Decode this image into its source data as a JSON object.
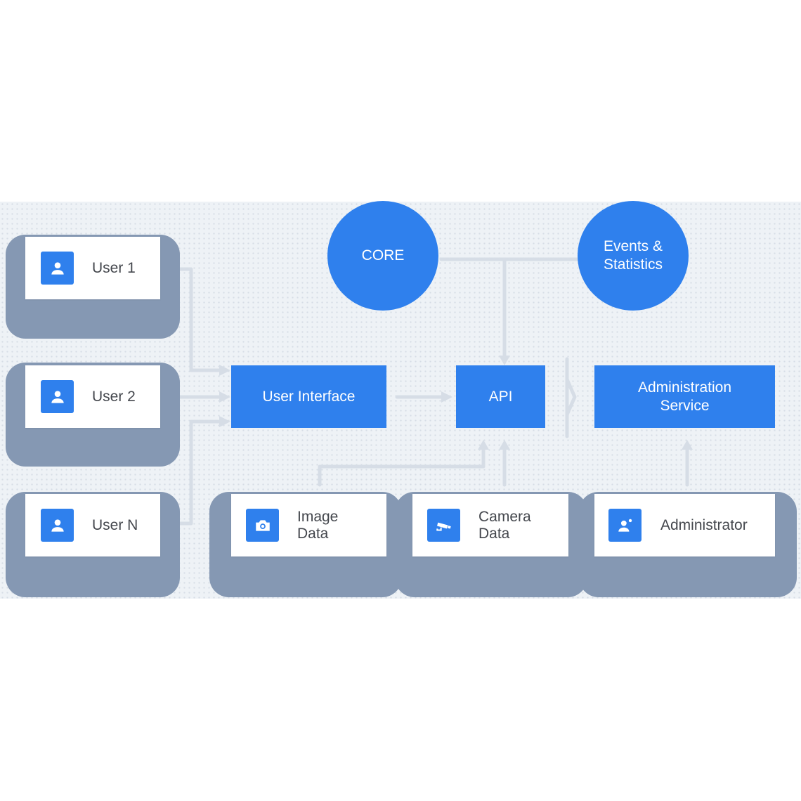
{
  "diagram": {
    "users": [
      {
        "label": "User 1",
        "icon": "person-icon"
      },
      {
        "label": "User 2",
        "icon": "person-icon"
      },
      {
        "label": "User N",
        "icon": "person-icon"
      }
    ],
    "sources": [
      {
        "label": "Image\nData",
        "icon": "camera-icon"
      },
      {
        "label": "Camera\nData",
        "icon": "cctv-camera-icon"
      },
      {
        "label": "Administrator",
        "icon": "admin-user-icon"
      }
    ],
    "nodes": {
      "user_interface": "User Interface",
      "api": "API",
      "administration_service": "Administration\nService",
      "core": "CORE",
      "events_statistics": "Events &\nStatistics"
    },
    "colors": {
      "accent": "#2f80ed",
      "shadow": "#8598b3",
      "connector": "#d6dde6",
      "label_text": "#44474d",
      "background_band": "#eef2f6"
    }
  }
}
